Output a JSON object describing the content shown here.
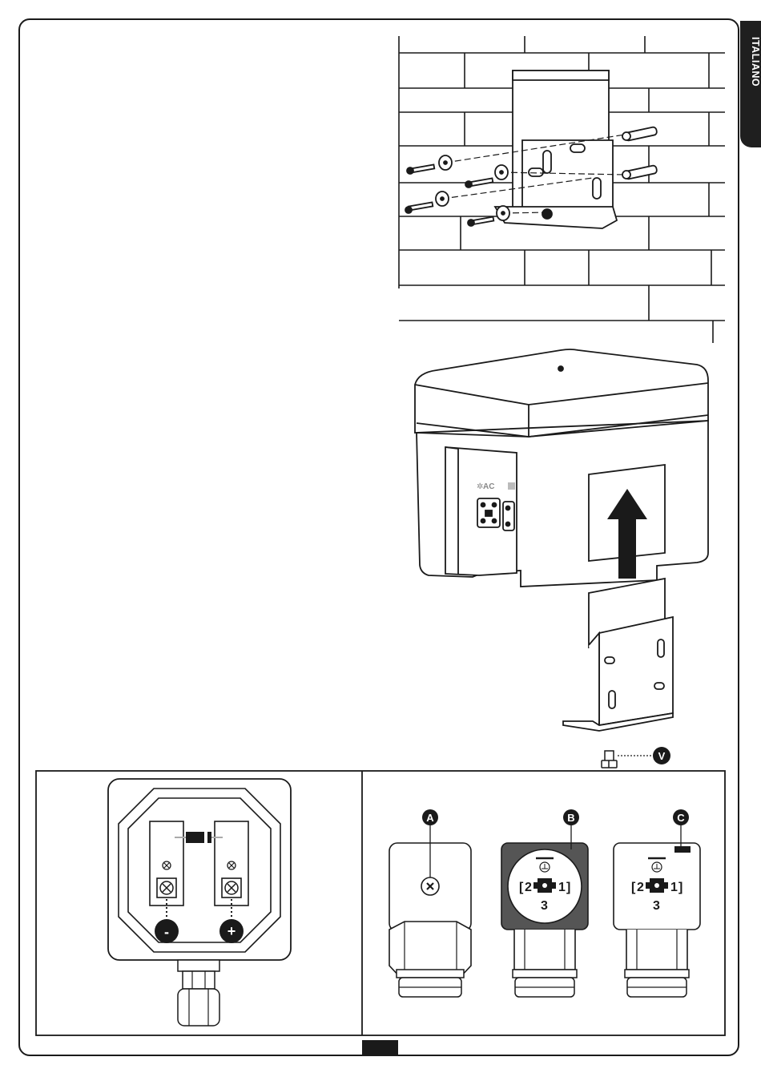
{
  "side_tab": {
    "language": "ITALIANO"
  },
  "labels": {
    "screw_v": "V",
    "connector_a": "A",
    "connector_b": "B",
    "connector_c": "C",
    "terminal_minus": "-",
    "terminal_plus": "+",
    "pin_2": "2",
    "pin_1": "1",
    "pin_3": "3"
  },
  "product_markings": {
    "motor_label": "AC"
  },
  "icons": [
    "wall-bracket-mounting-illustration",
    "control-box-illustration",
    "bracket-illustration",
    "arrow-up-icon",
    "terminal-board-illustration",
    "connector-illustration",
    "ground-symbol-icon"
  ]
}
